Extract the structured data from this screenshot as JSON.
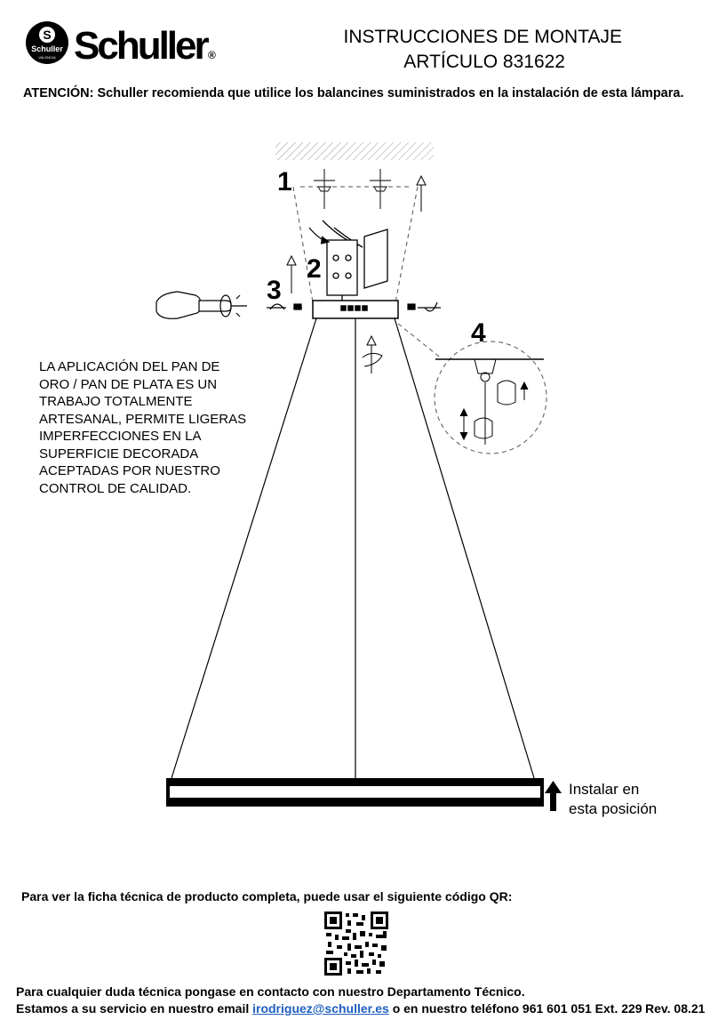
{
  "brand": {
    "name": "Schuller",
    "mark": "S",
    "small_name": "Schuller",
    "small_text": "VALENCIA",
    "registered": "®"
  },
  "header": {
    "title_line1": "INSTRUCCIONES DE MONTAJE",
    "title_line2": "ARTÍCULO  831622"
  },
  "warning": "ATENCIÓN: Schuller recomienda que utilice los balancines suministrados en la instalación de esta lámpara.",
  "note": {
    "lines": [
      "LA APLICACIÓN DEL PAN DE",
      "ORO / PAN DE PLATA ES UN",
      "TRABAJO TOTALMENTE",
      "ARTESANAL, PERMITE LIGERAS",
      "IMPERFECCIONES EN LA",
      "SUPERFICIE DECORADA",
      "ACEPTADAS POR NUESTRO",
      "CONTROL DE CALIDAD."
    ]
  },
  "steps": {
    "s1": "1",
    "s2": "2",
    "s3": "3",
    "s4": "4"
  },
  "install": {
    "line1": "Instalar en",
    "line2": "esta posición"
  },
  "qr": {
    "text": "Para ver la ficha técnica de producto completa, puede usar el siguiente código QR:"
  },
  "footer": {
    "line1": "Para cualquier duda técnica pongase en contacto con nuestro Departamento Técnico.",
    "line2_prefix": "Estamos a su servicio en nuestro email ",
    "email": "irodriguez@schuller.es",
    "line2_suffix": " o en nuestro teléfono 961 601 051 Ext. 229",
    "revision": "Rev. 08.21"
  }
}
